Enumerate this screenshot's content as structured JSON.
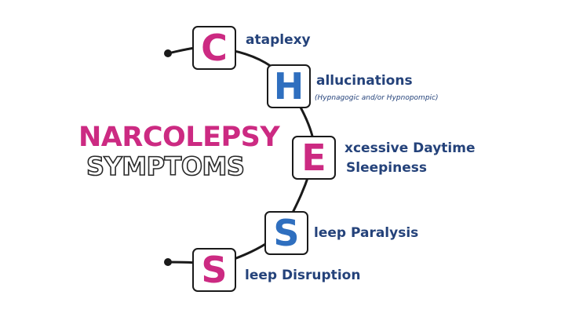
{
  "title": {
    "main": "NARCOLEPSY",
    "sub": "SYMPTOMS"
  },
  "items": [
    {
      "letter": "C",
      "text": "ataplexy",
      "color": "#cc2a82"
    },
    {
      "letter": "H",
      "text": "allucinations",
      "note": "(Hypnagogic and/or Hypnopompic)",
      "color": "#2f6fbf"
    },
    {
      "letter": "E",
      "text_line1": "xcessive Daytime",
      "text_line2": "Sleepiness",
      "color": "#cc2a82"
    },
    {
      "letter": "S",
      "text": "leep Paralysis",
      "color": "#2f6fbf"
    },
    {
      "letter": "S",
      "text": "leep Disruption",
      "color": "#cc2a82"
    }
  ],
  "colors": {
    "pink": "#cc2a82",
    "blue": "#2f6fbf",
    "label": "#24427a",
    "outline": "#1a1a1a"
  }
}
